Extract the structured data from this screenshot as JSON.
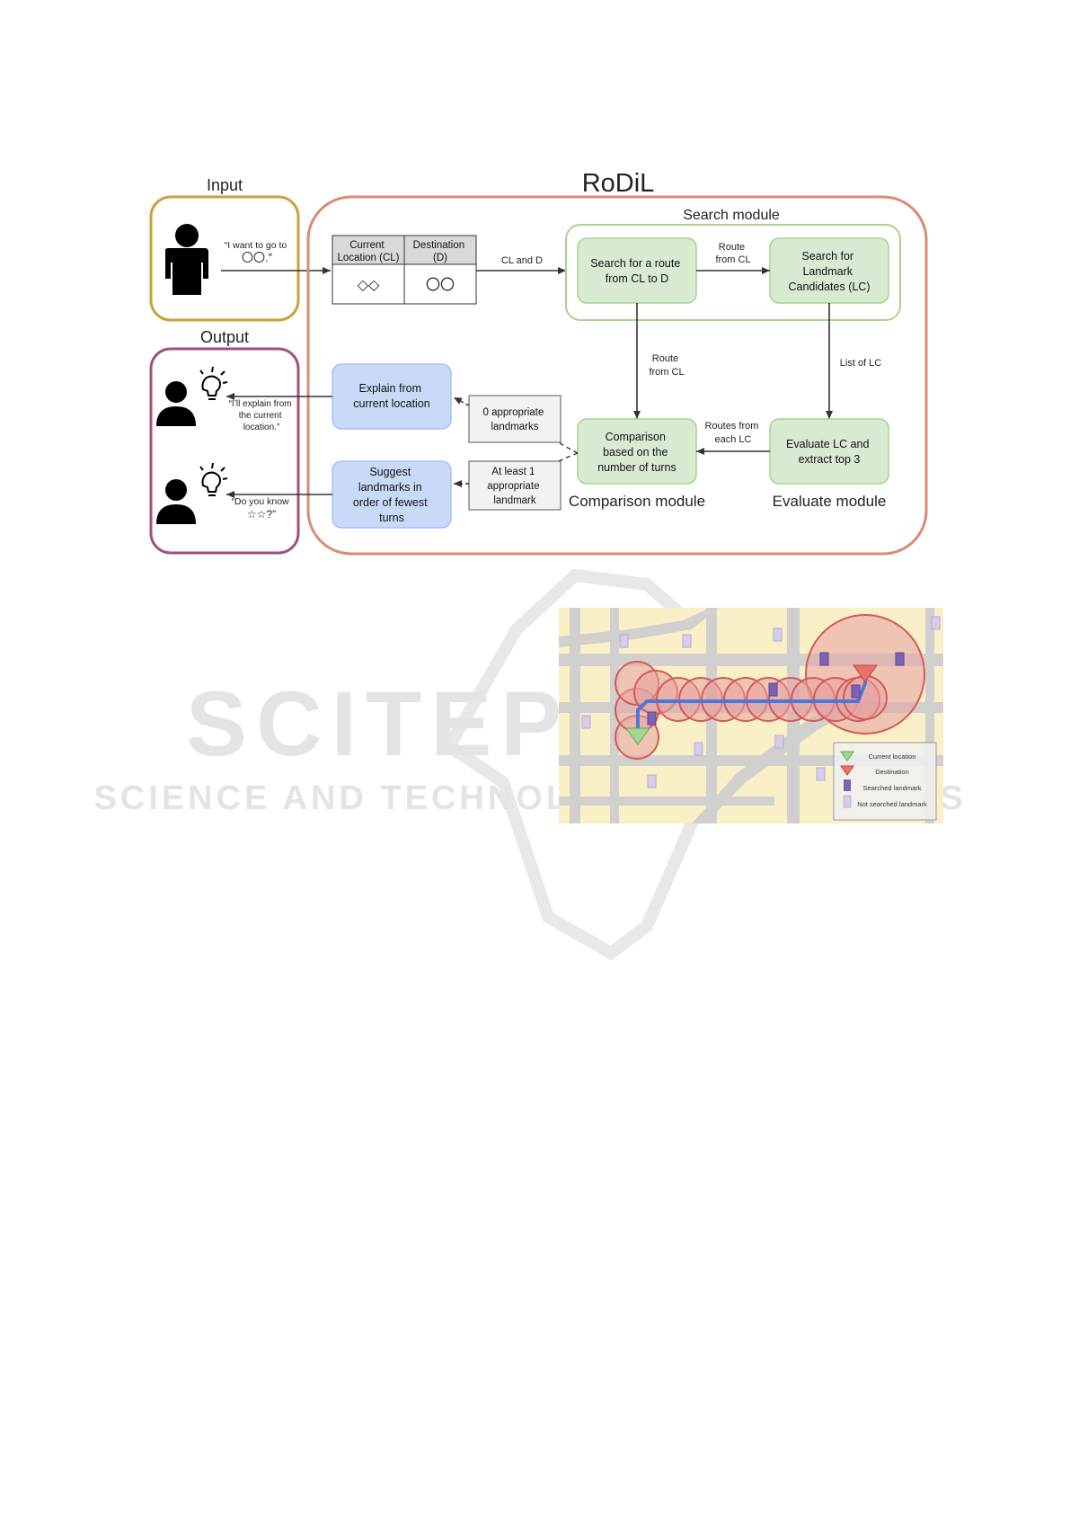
{
  "diagram": {
    "input_title": "Input",
    "system_title": "RoDiL",
    "output_title": "Output",
    "input_quote": [
      "“I want to go to",
      "〇〇.”"
    ],
    "table": {
      "col1_header": [
        "Current",
        "Location (CL)"
      ],
      "col2_header": [
        "Destination",
        "(D)"
      ],
      "col1_value": "◇◇",
      "col2_value": "〇〇"
    },
    "search_module": {
      "title": "Search module",
      "route_box": [
        "Search for a route",
        "from CL to D"
      ],
      "landmark_box": [
        "Search for",
        "Landmark",
        "Candidates (LC)"
      ]
    },
    "comparison_module": {
      "title": "Comparison module",
      "box": [
        "Comparison",
        "based on the",
        "number of turns"
      ]
    },
    "evaluate_module": {
      "title": "Evaluate module",
      "box": [
        "Evaluate LC and",
        "extract top 3"
      ]
    },
    "explain_box": [
      "Explain from",
      "current location"
    ],
    "suggest_box": [
      "Suggest",
      "landmarks in",
      "order of fewest",
      "turns"
    ],
    "zero_box": [
      "0 appropriate",
      "landmarks"
    ],
    "atleast_box": [
      "At least 1",
      "appropriate",
      "landmark"
    ],
    "edges": {
      "cl_and_d": "CL and D",
      "route_from_cl_top": [
        "Route",
        "from CL"
      ],
      "route_from_cl_down": [
        "Route",
        "from CL"
      ],
      "list_of_lc": "List of LC",
      "routes_from_each_lc": [
        "Routes from",
        "each LC"
      ]
    },
    "output_quote_1": [
      "“I’ll explain from",
      "the current",
      "location.”"
    ],
    "output_quote_2": [
      "“Do you know",
      "☆☆?”"
    ]
  },
  "map": {
    "legend": {
      "current": "Current location",
      "destination": "Destination",
      "searched": "Searched landmark",
      "not_searched": "Not searched landmark"
    },
    "colors": {
      "background": "#faf0c8",
      "road": "#c9c9c9",
      "circle_fill": "#e8a0a0",
      "circle_stroke": "#d35a5a",
      "route": "#4a78d8",
      "current": "#9fd88f",
      "destination": "#e8736b",
      "searched": "#7a63b3",
      "not_searched": "#d8cde8"
    }
  },
  "watermark": {
    "line1": "SCITEPRESS",
    "line2": "SCIENCE AND TECHNOLOGY PUBLICATIONS"
  },
  "colors": {
    "input_border": "#c9a23a",
    "system_border": "#d98b73",
    "output_border": "#a3507a",
    "green_fill": "#d9ead3",
    "green_border": "#a9d18e",
    "blue_fill": "#c9daf8",
    "blue_border": "#a4c2f4"
  }
}
